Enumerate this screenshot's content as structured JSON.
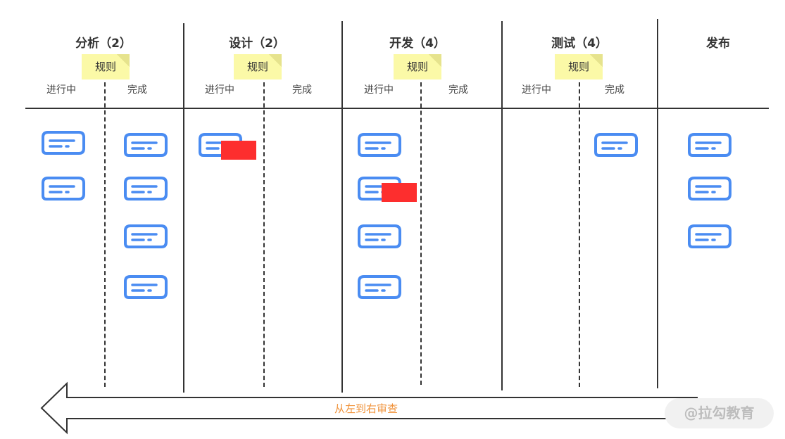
{
  "columns": [
    {
      "title": "分析（2）",
      "rule": "规则",
      "in_progress": "进行中",
      "done": "完成"
    },
    {
      "title": "设计（2）",
      "rule": "规则",
      "in_progress": "进行中",
      "done": "完成"
    },
    {
      "title": "开发（4）",
      "rule": "规则",
      "in_progress": "进行中",
      "done": "完成"
    },
    {
      "title": "测试（4）",
      "rule": "规则",
      "in_progress": "进行中",
      "done": "完成"
    },
    {
      "title": "发布"
    }
  ],
  "arrow": {
    "label": "从左到右审查"
  },
  "watermark": "@拉勾教育",
  "colors": {
    "card": "#4a8cf2",
    "blocker": "#fd2e2e",
    "sticky_note": "#fbf9a7",
    "arrow_label": "#f0933b"
  },
  "icons": {
    "card": "task-card-icon",
    "arrow": "left-arrow-icon"
  }
}
